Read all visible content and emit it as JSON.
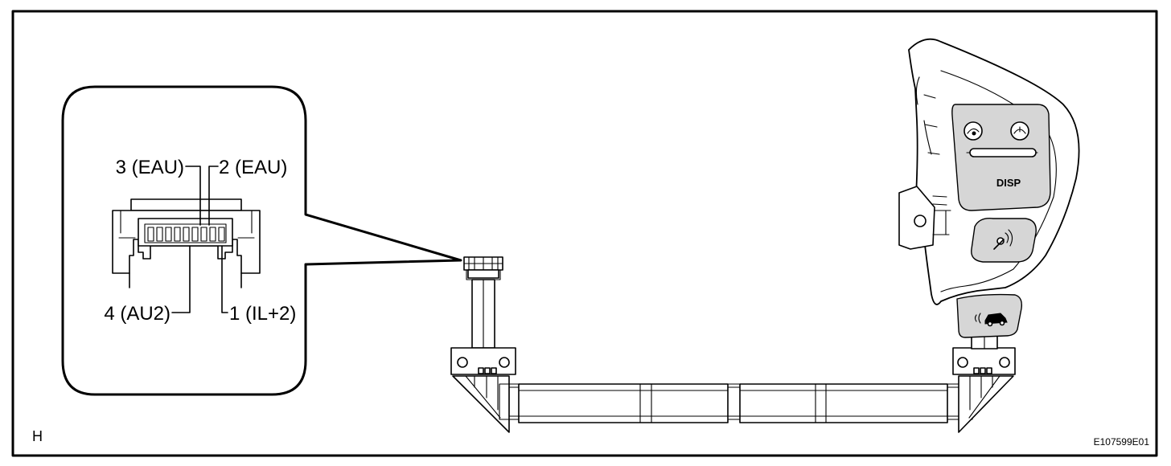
{
  "figure": {
    "section_letter": "H",
    "drawing_code": "E107599E01"
  },
  "connector_detail": {
    "pins": [
      {
        "label": "3 (EAU)"
      },
      {
        "label": "2 (EAU)"
      },
      {
        "label": "4 (AU2)"
      },
      {
        "label": "1 (IL+2)"
      }
    ]
  },
  "switch": {
    "disp_button_label": "DISP"
  }
}
